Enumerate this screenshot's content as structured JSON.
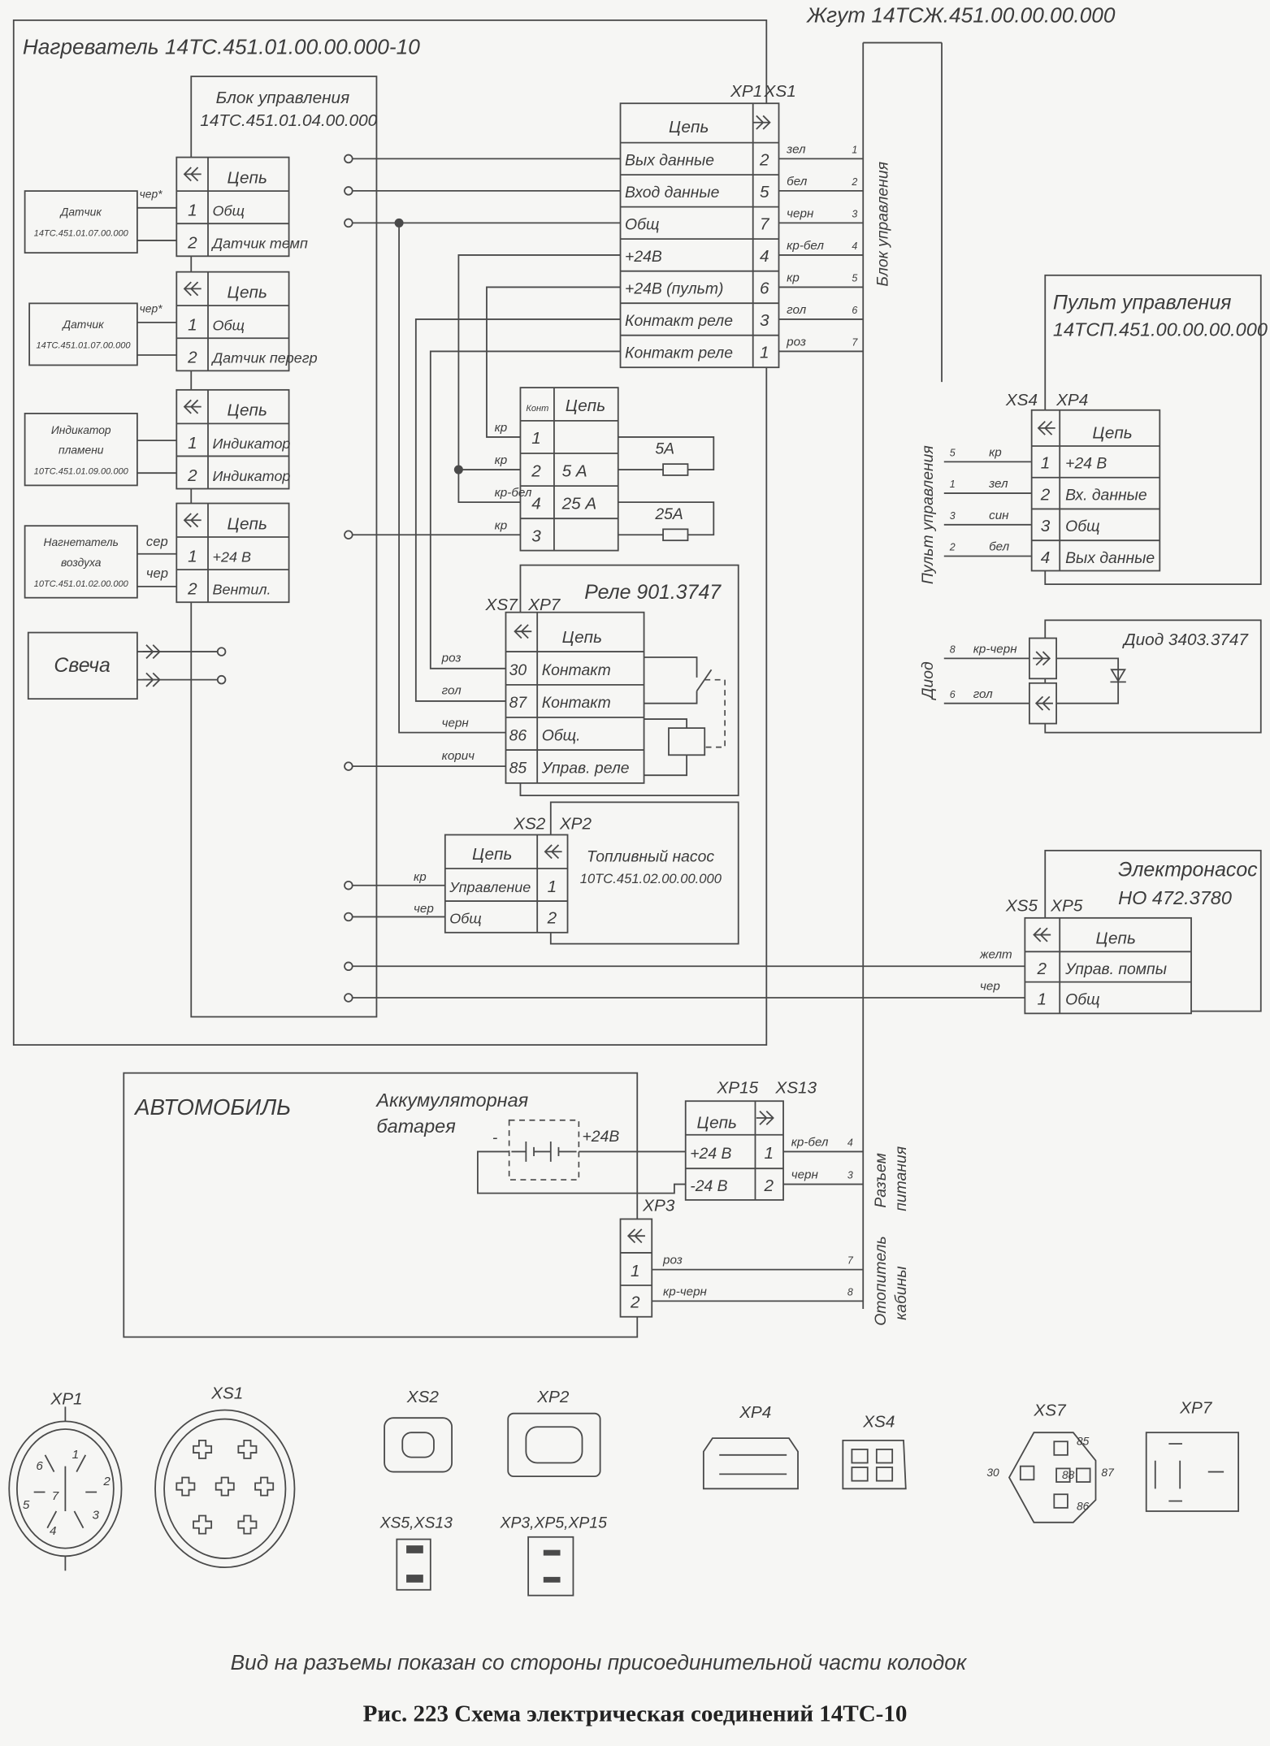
{
  "heater": {
    "title": "Нагреватель 14ТС.451.01.00.00.000-10"
  },
  "harness": {
    "title": "Жгут 14ТСЖ.451.00.00.00.000",
    "label_control": "Блок управления",
    "label_panel": "Пульт управления",
    "label_diode": "Диод",
    "label_power_1": "Разъем",
    "label_power_2": "питания",
    "label_cab_1": "Отопитель",
    "label_cab_2": "кабины"
  },
  "header_circuit": "Цепь",
  "control_unit": {
    "title": "Блок управления",
    "code": "14ТС.451.01.04.00.000"
  },
  "sensor_temp": {
    "name": "Датчик",
    "code": "14ТС.451.01.07.00.000",
    "wire": "чер*",
    "pins": [
      {
        "n": "1",
        "c": "Общ"
      },
      {
        "n": "2",
        "c": "Датчик темп"
      }
    ]
  },
  "sensor_overheat": {
    "name": "Датчик",
    "code": "14ТС.451.01.07.00.000",
    "wire": "чер*",
    "pins": [
      {
        "n": "1",
        "c": "Общ"
      },
      {
        "n": "2",
        "c": "Датчик перегр"
      }
    ]
  },
  "flame_indicator": {
    "name1": "Индикатор",
    "name2": "пламени",
    "code": "10ТС.451.01.09.00.000",
    "pins": [
      {
        "n": "1",
        "c": "Индикатор"
      },
      {
        "n": "2",
        "c": "Индикатор"
      }
    ]
  },
  "blower": {
    "name1": "Нагнетатель",
    "name2": "воздуха",
    "code": "10ТС.451.01.02.00.000",
    "wires": [
      "сер",
      "чер"
    ],
    "pins": [
      {
        "n": "1",
        "c": "+24 В"
      },
      {
        "n": "2",
        "c": "Вентил."
      }
    ]
  },
  "spark_plug": {
    "name": "Свеча"
  },
  "xp1": {
    "xp": "XP1",
    "xs": "XS1",
    "rows": [
      {
        "circuit": "Вых данные",
        "pin": "2",
        "wire": "зел",
        "num": "1"
      },
      {
        "circuit": "Вход данные",
        "pin": "5",
        "wire": "бел",
        "num": "2"
      },
      {
        "circuit": "Общ",
        "pin": "7",
        "wire": "черн",
        "num": "3"
      },
      {
        "circuit": "+24В",
        "pin": "4",
        "wire": "кр-бел",
        "num": "4"
      },
      {
        "circuit": "+24В (пульт)",
        "pin": "6",
        "wire": "кр",
        "num": "5"
      },
      {
        "circuit": "Контакт реле",
        "pin": "3",
        "wire": "гол",
        "num": "6"
      },
      {
        "circuit": "Контакт реле",
        "pin": "1",
        "wire": "роз",
        "num": "7"
      }
    ]
  },
  "fuse_block": {
    "col_pin": "Конт",
    "rows": [
      {
        "pin": "1",
        "circuit": "",
        "wire": "кр"
      },
      {
        "pin": "2",
        "circuit": "5 А",
        "wire": "кр"
      },
      {
        "pin": "4",
        "circuit": "25 А",
        "wire": "кр-бел"
      },
      {
        "pin": "3",
        "circuit": "",
        "wire": "кр"
      }
    ],
    "fuses": [
      "5А",
      "25А"
    ]
  },
  "relay": {
    "title": "Реле 901.3747",
    "xs": "XS7",
    "xp": "XP7",
    "rows": [
      {
        "pin": "30",
        "circuit": "Контакт",
        "wire": "роз"
      },
      {
        "pin": "87",
        "circuit": "Контакт",
        "wire": "гол"
      },
      {
        "pin": "86",
        "circuit": "Общ.",
        "wire": "черн"
      },
      {
        "pin": "85",
        "circuit": "Управ. реле",
        "wire": "корич"
      }
    ]
  },
  "fuel_pump": {
    "xs": "XS2",
    "xp": "XP2",
    "name": "Топливный насос",
    "code": "10ТС.451.02.00.00.000",
    "rows": [
      {
        "circuit": "Управление",
        "pin": "1",
        "wire": "кр"
      },
      {
        "circuit": "Общ",
        "pin": "2",
        "wire": "чер"
      }
    ]
  },
  "panel": {
    "title": "Пульт управления",
    "code": "14ТСП.451.00.00.00.000",
    "xs": "XS4",
    "xp": "XP4",
    "rows": [
      {
        "pin": "1",
        "circuit": "+24 В",
        "wire": "кр",
        "num": "5"
      },
      {
        "pin": "2",
        "circuit": "Вх. данные",
        "wire": "зел",
        "num": "1"
      },
      {
        "pin": "3",
        "circuit": "Общ",
        "wire": "син",
        "num": "3"
      },
      {
        "pin": "4",
        "circuit": "Вых данные",
        "wire": "бел",
        "num": "2"
      }
    ]
  },
  "diode": {
    "title": "Диод 3403.3747",
    "wires": [
      {
        "num": "8",
        "wire": "кр-черн"
      },
      {
        "num": "6",
        "wire": "гол"
      }
    ]
  },
  "e_pump": {
    "title": "Электронасос",
    "code": "НО 472.3780",
    "xs": "XS5",
    "xp": "XP5",
    "rows": [
      {
        "pin": "2",
        "circuit": "Управ. помпы",
        "wire": "желт"
      },
      {
        "pin": "1",
        "circuit": "Общ",
        "wire": "чер"
      }
    ]
  },
  "car": {
    "title": "АВТОМОБИЛЬ",
    "battery1": "Аккумуляторная",
    "battery2": "батарея",
    "minus": "-",
    "plus": "+24В"
  },
  "xp15": {
    "xp": "XP15",
    "xs": "XS13",
    "rows": [
      {
        "circuit": "+24 В",
        "pin": "1",
        "wire": "кр-бел",
        "num": "4"
      },
      {
        "circuit": "-24 В",
        "pin": "2",
        "wire": "черн",
        "num": "3"
      }
    ]
  },
  "xp3": {
    "label": "XP3",
    "rows": [
      {
        "pin": "1",
        "wire": "роз",
        "num": "7"
      },
      {
        "pin": "2",
        "wire": "кр-черн",
        "num": "8"
      }
    ]
  },
  "views": {
    "xp1": "XP1",
    "xs1": "XS1",
    "xs2": "XS2",
    "xp2": "XP2",
    "xs5_xs13": "XS5,XS13",
    "xp3_xp5_xp15": "XP3,XP5,XP15",
    "xp4": "XP4",
    "xs4": "XS4",
    "xs7": "XS7",
    "xp7": "XP7",
    "xp1_pins": [
      "1",
      "2",
      "3",
      "4",
      "5",
      "6",
      "7"
    ],
    "xs7_pins": [
      "85",
      "30",
      "88",
      "87",
      "86"
    ]
  },
  "note": "Вид на разъемы показан со стороны присоединительной части колодок",
  "caption": "Рис. 223 Схема электрическая соединений 14ТС-10"
}
